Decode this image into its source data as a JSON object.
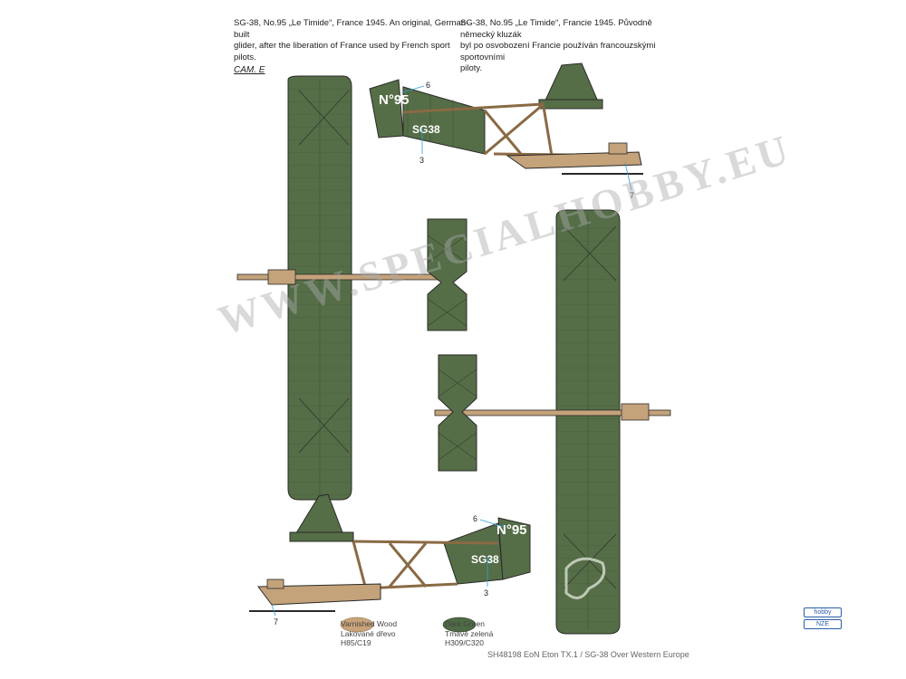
{
  "descriptions": {
    "english": {
      "line1": "SG-38, No.95 „Le Timide“, France 1945. An original, German-built",
      "line2": "glider, after the liberation of France used by French sport pilots."
    },
    "czech": {
      "line1": "SG-38, No.95 „Le Timide“, Francie 1945. Původně německý kluzák",
      "line2": "byl po osvobození Francie používán francouzskými sportovními",
      "line3": "piloty."
    }
  },
  "camo_label": "CAM. E",
  "markings": {
    "fin_number": "N°95",
    "registration": "SG38"
  },
  "callouts": {
    "top_fin": "6",
    "top_registration": "3",
    "top_skid": "7",
    "bottom_fin": "6",
    "bottom_registration": "3",
    "bottom_skid": "7"
  },
  "watermark": "WWW.SPECIALHOBBY.EU",
  "legend": {
    "wood": {
      "line1": "Varnished Wood",
      "line2": "Lakované dřevo",
      "line3": "H85/C19",
      "color": "#c9a47a"
    },
    "green": {
      "line1": "Dark Green",
      "line2": "Tmavě zelená",
      "line3": "H309/C320",
      "color": "#4f6b45"
    }
  },
  "footer": "SH48198  EoN Eton TX.1 / SG-38 Over Western Europe",
  "logos": {
    "brand": "hobby",
    "partner": "NZE"
  },
  "colors": {
    "olive_green": "#556e47",
    "wood": "#c4a27a",
    "outline": "#2a2a2a",
    "callout_line": "#2aa0d8"
  }
}
